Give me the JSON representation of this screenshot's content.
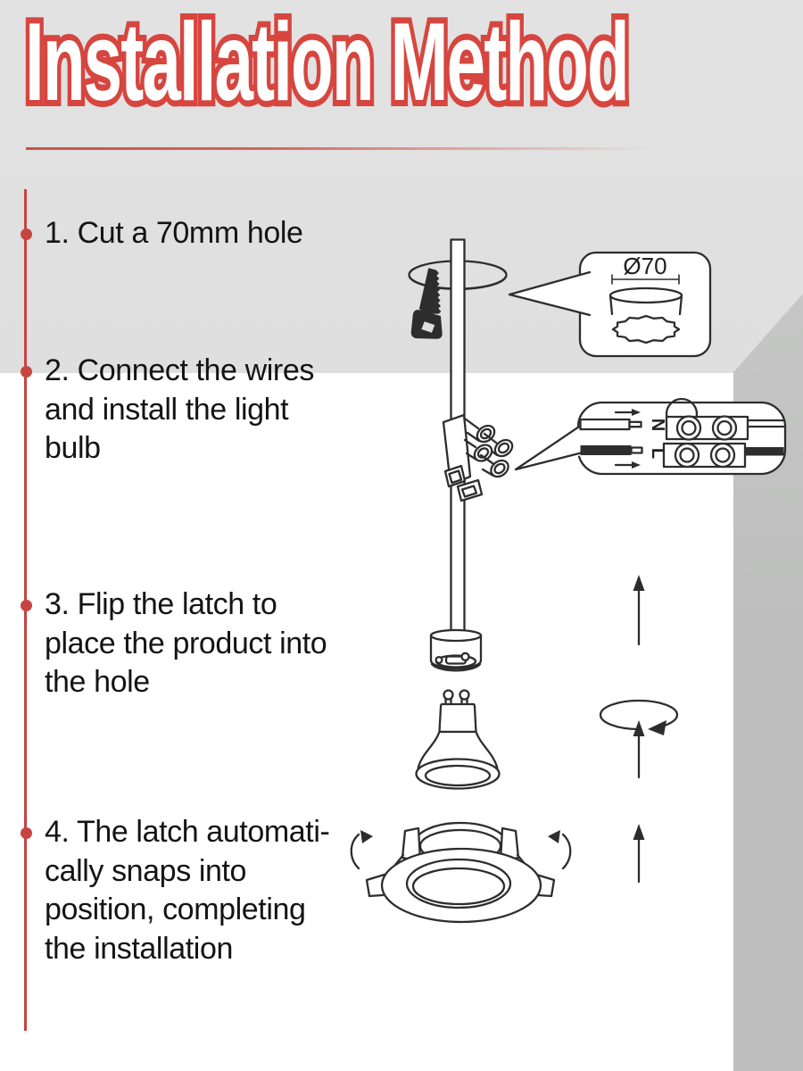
{
  "title": "Installation Method",
  "steps": [
    {
      "lines": [
        "1. Cut a 70mm hole"
      ]
    },
    {
      "lines": [
        "2. Connect the wires",
        "and install the light",
        "bulb"
      ]
    },
    {
      "lines": [
        "3. Flip the latch to",
        "place the product into",
        "the hole"
      ]
    },
    {
      "lines": [
        "4. The latch automati-",
        "cally snaps into",
        "position, completing",
        "the installation"
      ]
    }
  ],
  "diagram": {
    "hole_diameter_label": "Ø70",
    "neutral_label": "N",
    "live_label": "L"
  },
  "colors": {
    "accent": "#d6463f",
    "rail": "#c64540",
    "ink": "#2d2d2d",
    "text": "#141414",
    "ceiling": "#e2e2e2",
    "wall-light": "#cbcccb",
    "wall-dark": "#bdbebd"
  }
}
